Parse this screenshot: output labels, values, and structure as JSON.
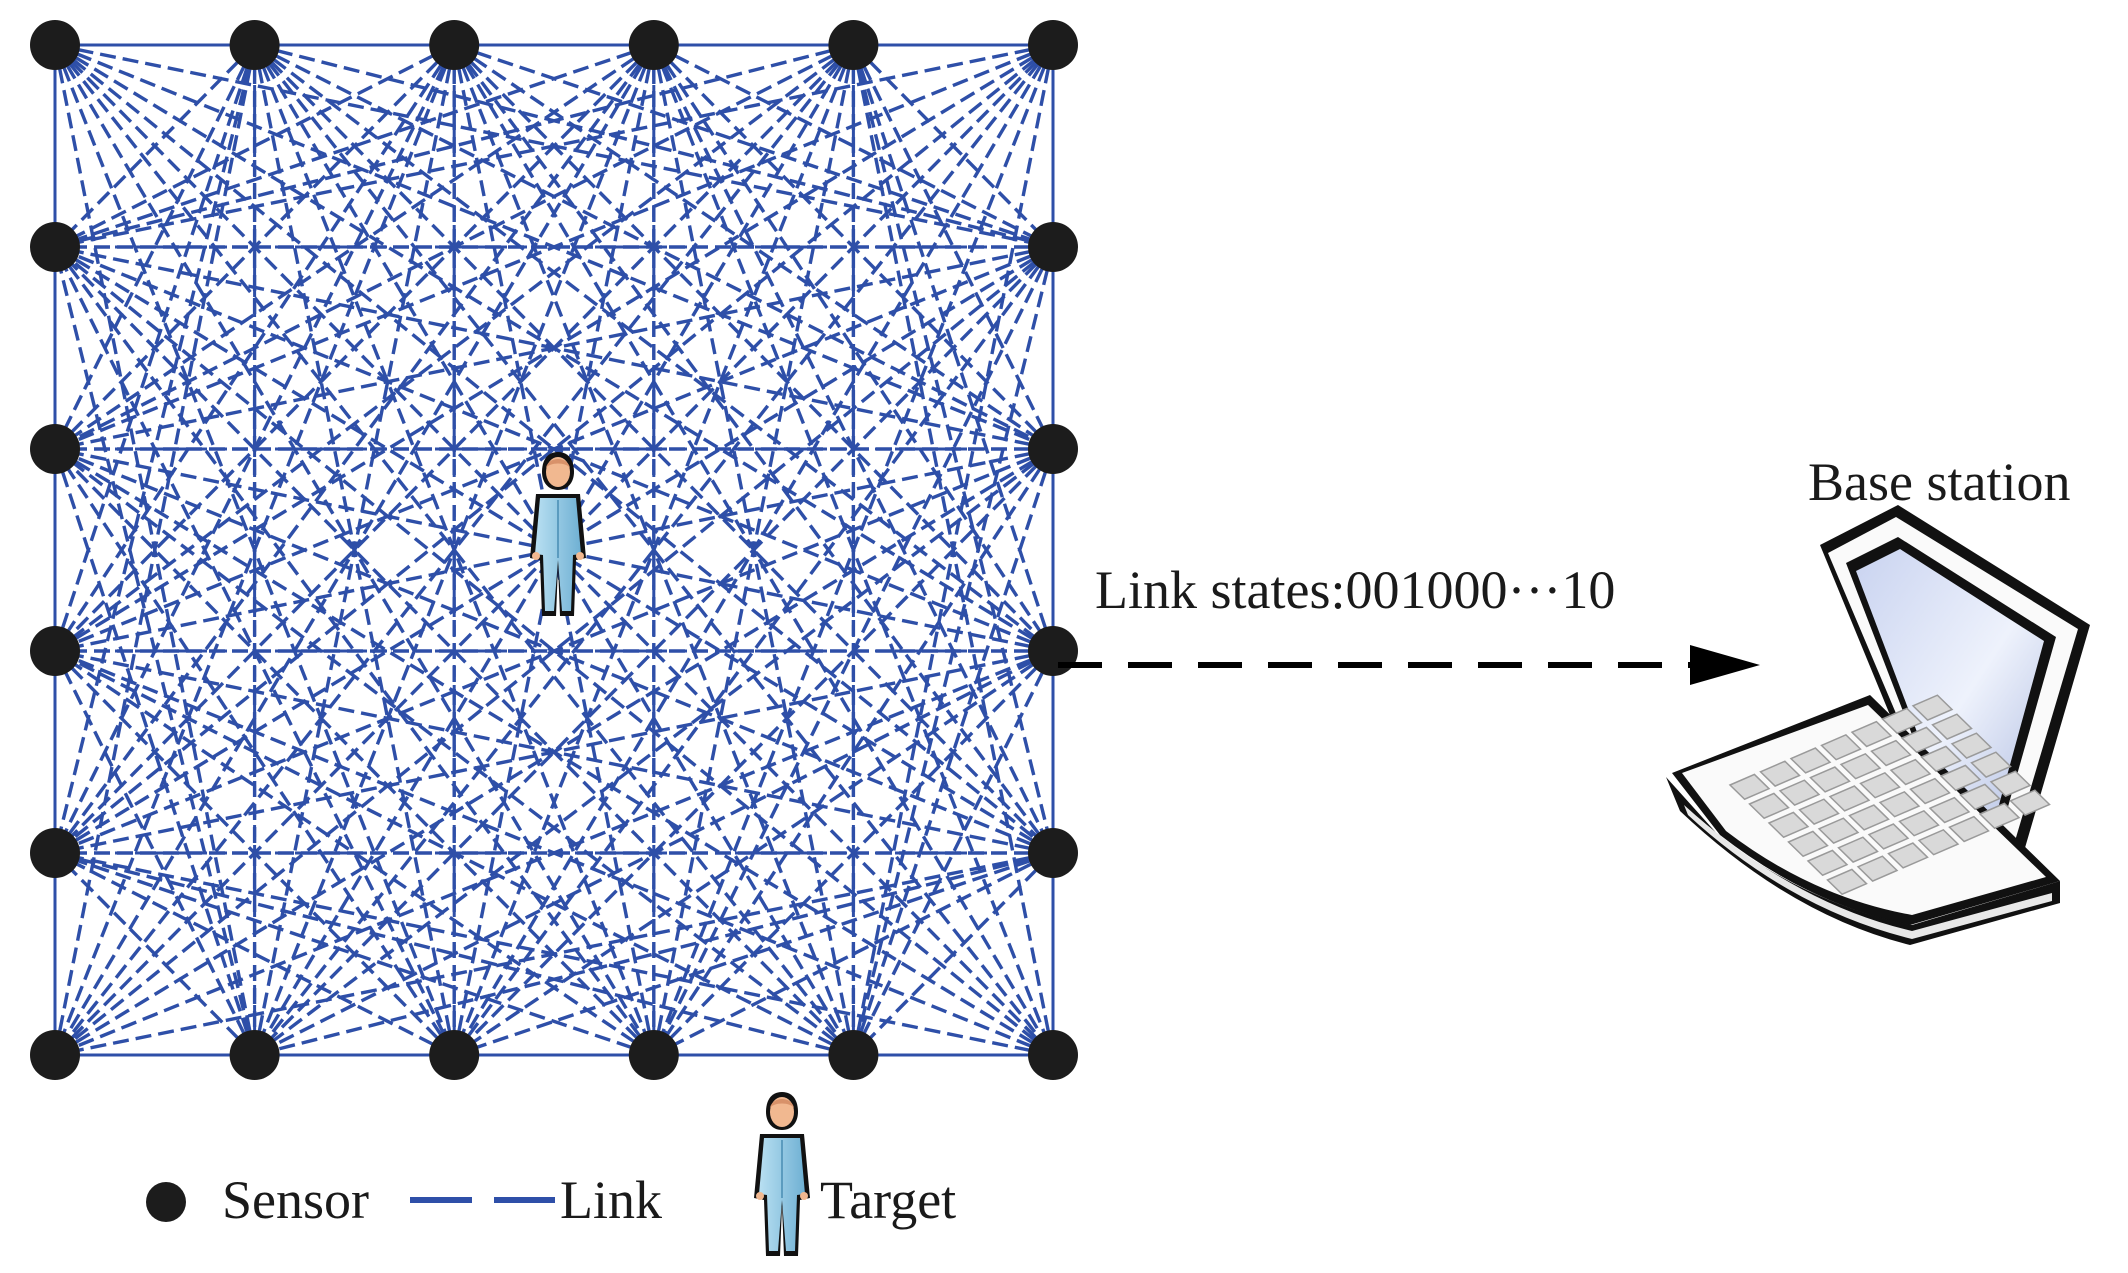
{
  "diagram": {
    "grid": {
      "columns": 6,
      "rows": 6
    },
    "colors": {
      "link": "#2e4fa8",
      "sensor": "#1c1c1c",
      "arrow": "#000000",
      "target_body": "#8ec7e3",
      "target_head": "#f1b890"
    }
  },
  "labels": {
    "base_station": "Base station",
    "link_states": "Link states:001000···10"
  },
  "legend": {
    "sensor": "Sensor",
    "link": "Link",
    "target": "Target"
  },
  "icons": {
    "sensor": "sensor-node-icon",
    "target": "person-icon",
    "base_station": "laptop-icon"
  }
}
